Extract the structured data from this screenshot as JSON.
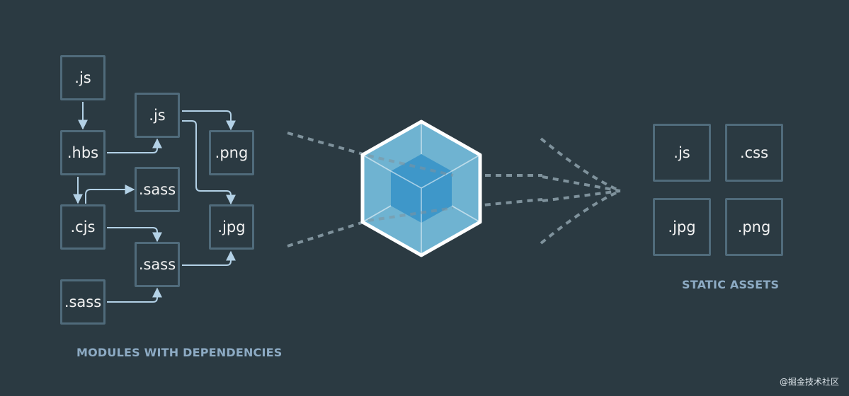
{
  "modules": {
    "caption": "MODULES WITH DEPENDENCIES",
    "items": [
      {
        "id": "js-top",
        "label": ".js"
      },
      {
        "id": "hbs",
        "label": ".hbs"
      },
      {
        "id": "cjs",
        "label": ".cjs"
      },
      {
        "id": "sass-bottom-left",
        "label": ".sass"
      },
      {
        "id": "js-middle",
        "label": ".js"
      },
      {
        "id": "sass-middle",
        "label": ".sass"
      },
      {
        "id": "sass-lower",
        "label": ".sass"
      },
      {
        "id": "png",
        "label": ".png"
      },
      {
        "id": "jpg",
        "label": ".jpg"
      }
    ]
  },
  "assets": {
    "caption": "STATIC ASSETS",
    "items": [
      {
        "id": "js",
        "label": ".js"
      },
      {
        "id": "css",
        "label": ".css"
      },
      {
        "id": "jpg",
        "label": ".jpg"
      },
      {
        "id": "png",
        "label": ".png"
      }
    ]
  },
  "watermark": "@掘金技术社区",
  "colors": {
    "background": "#2b3a42",
    "box_border": "#506b7b",
    "arrow": "#b3d1e6",
    "caption": "#8dabc4",
    "cube_outer": "#6fb3d1",
    "cube_inner": "#3e97c9",
    "dotted_line": "#7f929c"
  }
}
